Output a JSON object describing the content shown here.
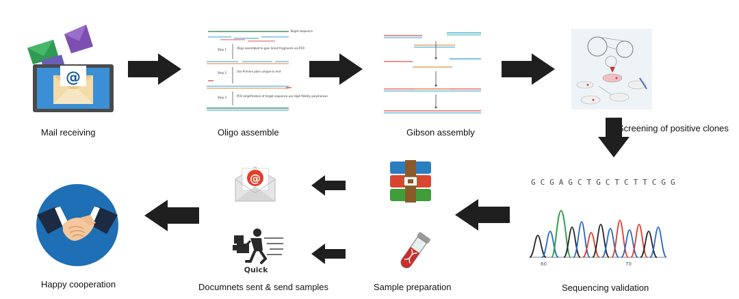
{
  "steps": {
    "mail_receiving": "Mail  receiving",
    "oligo_assemble": "Oligo assemble",
    "gibson_assembly": "Gibson assembly",
    "screening": "Screening of positive clones",
    "sequencing": "Sequencing validation",
    "sample_preparation": "Sample preparation",
    "documents_sent": "Documnets sent & send samples",
    "happy_cooperation": "Happy cooperation"
  },
  "oligo_figure": {
    "target_label": "Target sequence",
    "step1": "Step 1",
    "step1_text": "Oligo assembled to gain Small fragments via PCR",
    "step2": "Step 2",
    "step2_text": "Use Primers pairs unique to end",
    "step3": "Step 3",
    "step3_text": "PCR amplification of target sequence use High fidelity polymerase"
  },
  "sequence_letters": [
    "G",
    "C",
    "G",
    "A",
    "G",
    "C",
    "T",
    "G",
    "C",
    "T",
    "C",
    "T",
    "T",
    "C",
    "G",
    "G"
  ],
  "chromatogram_ticks": [
    "60",
    "70"
  ],
  "quick_label": "Quick",
  "icons": {
    "mail_tablet": "tablet-mail-icon",
    "oligo": "oligo-assembly-diagram-icon",
    "gibson": "gibson-assembly-diagram-icon",
    "screening": "colony-screening-icon",
    "chromatogram": "sequencing-chromatogram-icon",
    "archive": "archive-box-icon",
    "test_tube": "dna-test-tube-icon",
    "email": "email-envelope-icon",
    "courier": "courier-delivery-icon",
    "handshake": "handshake-icon"
  },
  "colors": {
    "arrow": "#1f1f1f",
    "tablet_frame": "#4a4a4a",
    "tablet_screen": "#3b8fd6",
    "envelope": "#f3dca8",
    "handshake_circle": "#1e6fb5",
    "archive_red": "#d9462f",
    "archive_blue": "#2a7ec0",
    "archive_green": "#3f9d3a",
    "tube_red": "#c9302c",
    "email_red": "#e0412b"
  }
}
